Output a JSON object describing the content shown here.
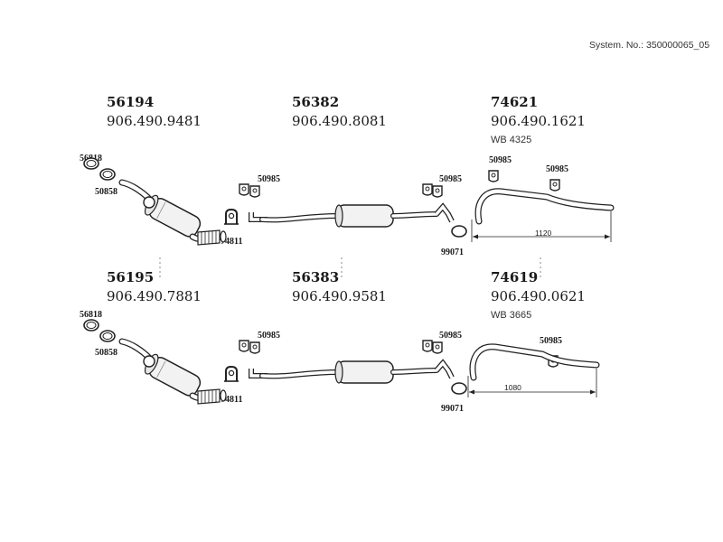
{
  "system_no": "System. No.: 350000065_05",
  "assemblies": {
    "top": [
      {
        "number": "56194",
        "part": "906.490.9481"
      },
      {
        "number": "56382",
        "part": "906.490.8081"
      },
      {
        "number": "74621",
        "part": "906.490.1621",
        "wb": "WB 4325"
      }
    ],
    "bottom": [
      {
        "number": "56195",
        "part": "906.490.7881"
      },
      {
        "number": "56383",
        "part": "906.490.9581"
      },
      {
        "number": "74619",
        "part": "906.490.0621",
        "wb": "WB 3665"
      }
    ]
  },
  "labels": {
    "top": {
      "a": "56818",
      "b": "50858",
      "c": "50985",
      "d": "74811",
      "e": "50985",
      "f": "99071",
      "g": "50985",
      "h": "50985",
      "dim": "1120"
    },
    "bottom": {
      "a": "56818",
      "b": "50858",
      "c": "50985",
      "d": "74811",
      "e": "50985",
      "f": "99071",
      "g": "50985",
      "dim": "1080"
    }
  }
}
